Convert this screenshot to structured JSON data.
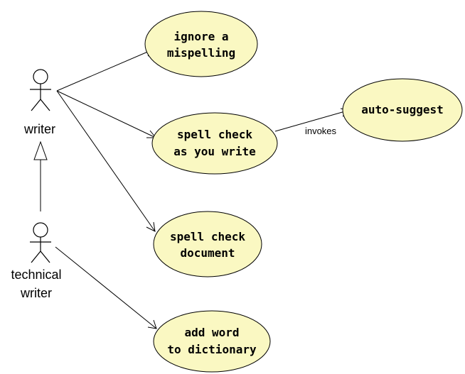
{
  "diagram": {
    "colors": {
      "usecase_fill": "#FAF8C2",
      "stroke": "#000000",
      "background": "#ffffff"
    },
    "actors": {
      "writer": {
        "label": "writer"
      },
      "technical_writer": {
        "label_line1": "technical",
        "label_line2": "writer"
      }
    },
    "use_cases": {
      "ignore_misspelling": {
        "line1": "ignore a",
        "line2": "mispelling"
      },
      "spell_check_write": {
        "line1": "spell check",
        "line2": "as you write"
      },
      "spell_check_document": {
        "line1": "spell check",
        "line2": "document"
      },
      "add_word": {
        "line1": "add word",
        "line2": "to dictionary"
      },
      "auto_suggest": {
        "line1": "auto-suggest"
      }
    },
    "relations": {
      "invokes_label": "invokes"
    }
  }
}
